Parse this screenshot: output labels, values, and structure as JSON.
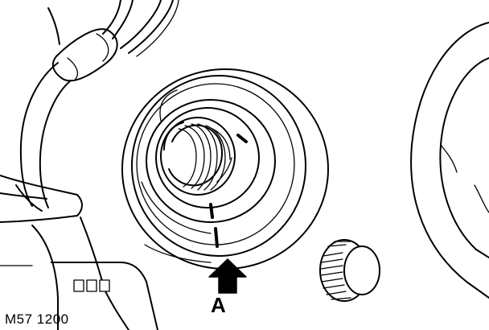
{
  "figure": {
    "reference_code": "M57 1200",
    "callout_label": "A",
    "components": [
      "wiring-harness",
      "steering-column-housing",
      "ignition-switch-bezel",
      "threaded-lock-barrel",
      "alignment-marks",
      "rotary-knob",
      "switch-panel",
      "steering-wheel-rim"
    ]
  }
}
